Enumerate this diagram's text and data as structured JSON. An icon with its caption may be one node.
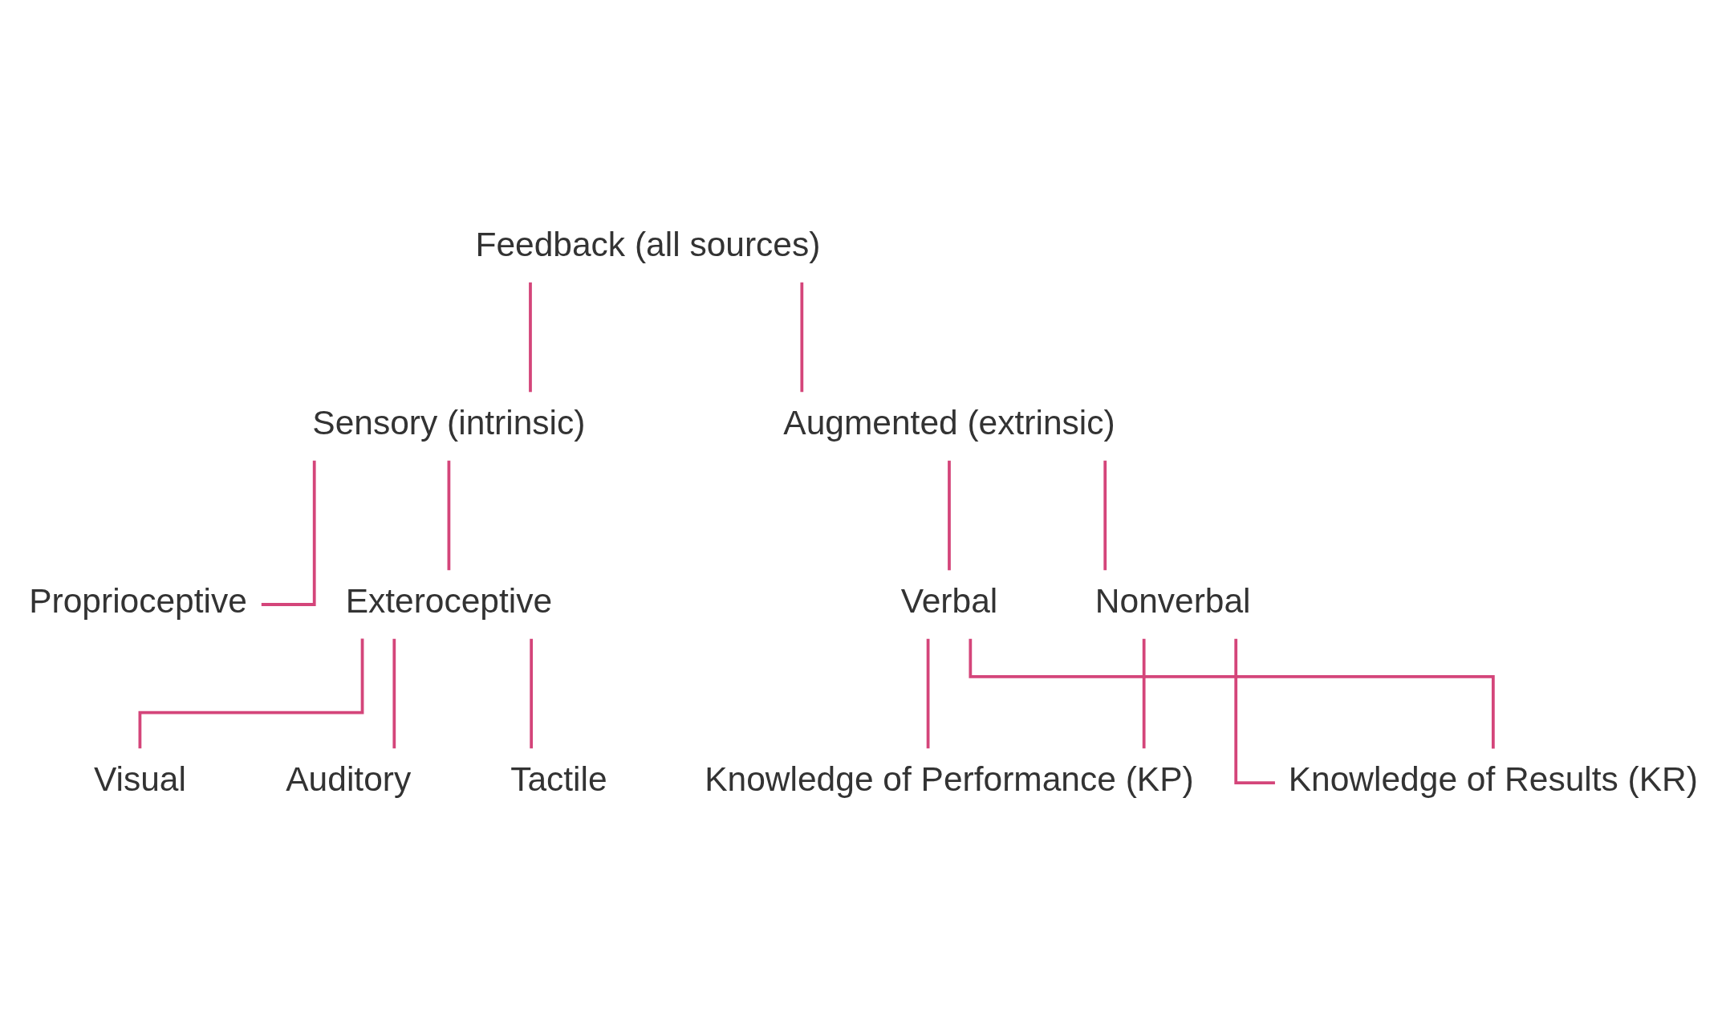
{
  "diagram": {
    "nodes": [
      {
        "text": [
          "Feedback (all sources)"
        ]
      },
      {
        "text": [
          "Sensory (intrinsic)"
        ]
      },
      {
        "text": [
          "Augmented (extrinsic)"
        ]
      },
      {
        "text": [
          "Proprioceptive"
        ]
      },
      {
        "text": [
          "Exteroceptive"
        ]
      },
      {
        "text": [
          "Visual"
        ]
      },
      {
        "text": [
          "Auditory"
        ]
      },
      {
        "text": [
          "Tactile"
        ]
      },
      {
        "text": [
          "Verbal"
        ]
      },
      {
        "text": [
          "Nonverbal"
        ]
      },
      {
        "text": [
          "Knowledge of Results (KR)"
        ]
      },
      {
        "text": [
          "Knowledge of Performance (KP)"
        ]
      }
    ],
    "edges": [
      {
        "from": 0,
        "to": 1,
        "arrow": "none"
      },
      {
        "from": 0,
        "to": 2,
        "arrow": "none"
      },
      {
        "from": 1,
        "to": 3,
        "arrow": "none"
      },
      {
        "from": 1,
        "to": 4,
        "arrow": "none"
      },
      {
        "from": 4,
        "to": 5,
        "arrow": "none"
      },
      {
        "from": 4,
        "to": 6,
        "arrow": "none"
      },
      {
        "from": 4,
        "to": 7,
        "arrow": "none"
      },
      {
        "from": 2,
        "to": 8,
        "arrow": "none"
      },
      {
        "from": 2,
        "to": 9,
        "arrow": "none"
      },
      {
        "from": 8,
        "to": 10,
        "arrow": "none"
      },
      {
        "from": 8,
        "to": 11,
        "arrow": "none"
      },
      {
        "from": 9,
        "to": 10,
        "arrow": "none"
      },
      {
        "from": 9,
        "to": 11,
        "arrow": "none"
      }
    ]
  }
}
